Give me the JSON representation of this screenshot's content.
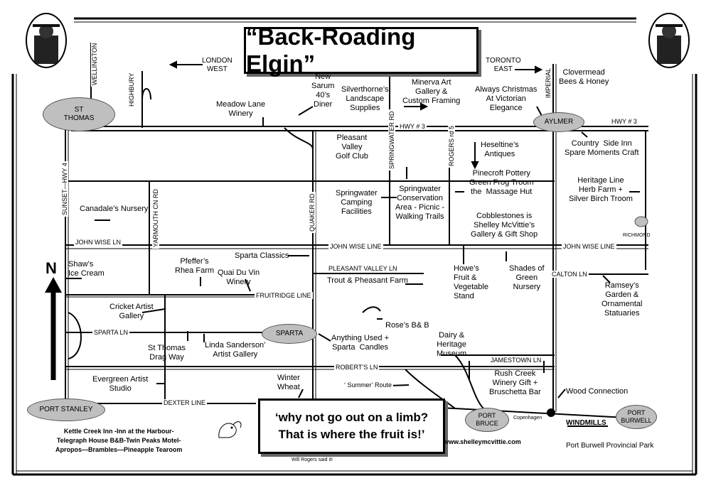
{
  "title": "“Back-Roading Elgin”",
  "quote": {
    "line1": "‘why not go out on a limb?",
    "line2": "That is where the fruit is!’",
    "attribution": "Will Rogers said it!"
  },
  "website": "www.shelleymcvittie.com",
  "north": "N",
  "towns": {
    "st_thomas": "ST\nTHOMAS",
    "aylmer": "AYLMER",
    "sparta": "SPARTA",
    "port_stanley": "PORT STANLEY",
    "port_bruce": "PORT\nBRUCE",
    "port_burwell": "PORT\nBURWELL",
    "richmond": "RICHMOND",
    "copenhagen": "Copenhagen"
  },
  "directions": {
    "london_west": "LONDON\nWEST",
    "toronto_east": "TORONTO\nEAST"
  },
  "roads": {
    "wellington": "WELLINGTON",
    "highbury": "HIGHBURY",
    "sunset_hwy4": "SUNSET—HWY 4",
    "yarmouth": "YARMOUTH CN RD",
    "quaker": "QUAKER RD",
    "springwater": "SPRINGWATER RD",
    "rogers": "ROGERS rd 5",
    "imperial": "IMPERIAL",
    "hwy3_mid": "HWY # 3",
    "hwy3_east": "HWY # 3",
    "john_wise_west": "JOHN WISE LN",
    "john_wise_mid": "JOHN WISE LINE",
    "john_wise_east": "JOHN WISE LINE",
    "pleasant_valley": "PLEASANT VALLEY LN",
    "fruitridge": "FRUITRIDGE LINE",
    "sparta_ln": "SPARTA LN",
    "roberts": "ROBERT’S LN",
    "dexter": "DEXTER LINE",
    "calton": "CALTON LN",
    "jamestown": "JAMESTOWN LN",
    "summer_route": "‘ Summer’ Route",
    "windmills": "WINDMILLS"
  },
  "places": {
    "meadow_lane": "Meadow Lane\nWinery",
    "new_sarum": "New\nSarum\n40’s\nDiner",
    "silverthorne": "Silverthorne’s\nLandscape\nSupplies",
    "minerva": "Minerva Art\nGallery &\nCustom Framing",
    "always_christmas": "Always Christmas\nAt Victorian\nElegance",
    "clovermead": "Clovermead\nBees & Honey",
    "pleasant_valley_golf": "Pleasant\nValley\nGolf Club",
    "heseltine": "Heseltine’s\nAntiques",
    "country_side": "Country  Side Inn\nSpare Moments Craft",
    "springwater_camping": "Springwater\nCamping\nFacilities",
    "springwater_conservation": "Springwater\nConservation\nArea - Picnic -\nWalking Trails",
    "pinecroft": "Pinecroft Pottery\nGreen Frog Troom\nthe  Massage Hut",
    "heritage_line": "Heritage Line\nHerb Farm +\nSilver Birch Troom",
    "canadales": "Canadale’s Nursery",
    "cobblestones": "Cobblestones is\nShelley McVittie’s\nGallery & Gift Shop",
    "sparta_classics": "Sparta Classics",
    "pfeffers": "Pfeffer’s\nRhea Farm",
    "quai_du_vin": "Quai Du Vin\nWinery",
    "shaws": "Shaw’s\nIce Cream",
    "trout_pheasant": "Trout & Pheasant Farm",
    "howes": "Howe’s\nFruit &\nVegetable\nStand",
    "shades_green": "Shades of\nGreen\nNursery",
    "ramseys": "Ramsey’s\nGarden &\nOrnamental\nStatuaries",
    "cricket_artist": "Cricket Artist\nGallery",
    "roses": "Rose’s B& B",
    "st_thomas_drag": "St Thomas\nDrag Way",
    "linda_sanderson": "Linda Sanderson’\nArtist Gallery",
    "anything_used": "Anything Used +\nSparta  Candles",
    "dairy_heritage": "Dairy &\nHeritage\nMuseum",
    "rush_creek": "Rush Creek\nWinery Gift +\nBruschetta Bar",
    "evergreen": "Evergreen Artist\nStudio",
    "winter_wheat": "Winter\nWheat",
    "wood_connection": "Wood Connection",
    "port_burwell_park": "Port Burwell Provincial Park",
    "kettle_creek": "Kettle Creek Inn -Inn at the Harbour-\nTelegraph House B&B-Twin Peaks Motel-\nApropos—Brambles—Pineapple Tearoom"
  }
}
